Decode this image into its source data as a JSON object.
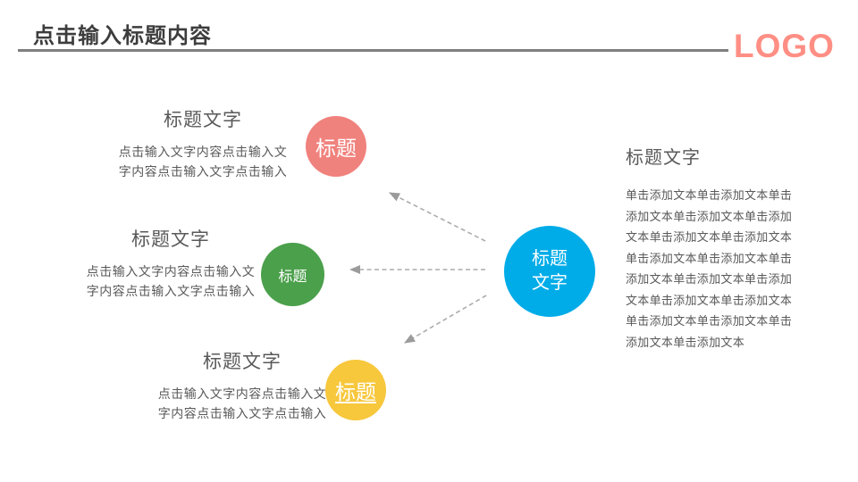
{
  "header": {
    "title": "点击输入标题内容",
    "logo_text": "LOGO",
    "logo_color": "#ff8e84",
    "rule_color": "#7f7f7f"
  },
  "left_groups": [
    {
      "heading": "标题文字",
      "body": "点击输入文字内容点击输入文\n字内容点击输入文字点击输入",
      "circle_label": "标题",
      "circle_color": "#f0827d"
    },
    {
      "heading": "标题文字",
      "body": "点击输入文字内容点击输入文\n字内容点击输入文字点击输入",
      "circle_label": "标题",
      "circle_color": "#4ba04b"
    },
    {
      "heading": "标题文字",
      "body": "点击输入文字内容点击输入文\n字内容点击输入文字点击输入",
      "circle_label": "标题",
      "circle_color": "#f7c73c"
    }
  ],
  "center_circle": {
    "label": "标题\n文字",
    "color": "#00ace8"
  },
  "right_panel": {
    "heading": "标题文字",
    "body": "单击添加文本单击添加文本单击\n添加文本单击添加文本单击添加\n文本单击添加文本单击添加文本\n单击添加文本单击添加文本单击\n添加文本单击添加文本单击添加\n文本单击添加文本单击添加文本\n单击添加文本单击添加文本单击\n添加文本单击添加文本"
  },
  "arrows": {
    "color": "#acacac",
    "head_color": "#9b9b9b",
    "style": "dashed"
  }
}
